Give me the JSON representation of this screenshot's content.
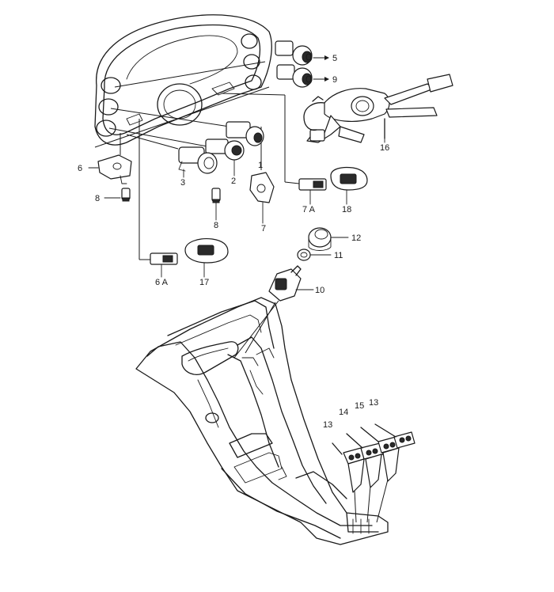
{
  "callouts": {
    "p1": "1",
    "p2": "2",
    "p3": "3",
    "p5": "5",
    "p6": "6",
    "p6a": "6 A",
    "p7": "7",
    "p7a": "7 A",
    "p8a": "8",
    "p8b": "8",
    "p9": "9",
    "p10": "10",
    "p11": "11",
    "p12": "12",
    "p13a": "13",
    "p13b": "13",
    "p14": "14",
    "p15": "15",
    "p16": "16",
    "p17": "17",
    "p18": "18"
  }
}
